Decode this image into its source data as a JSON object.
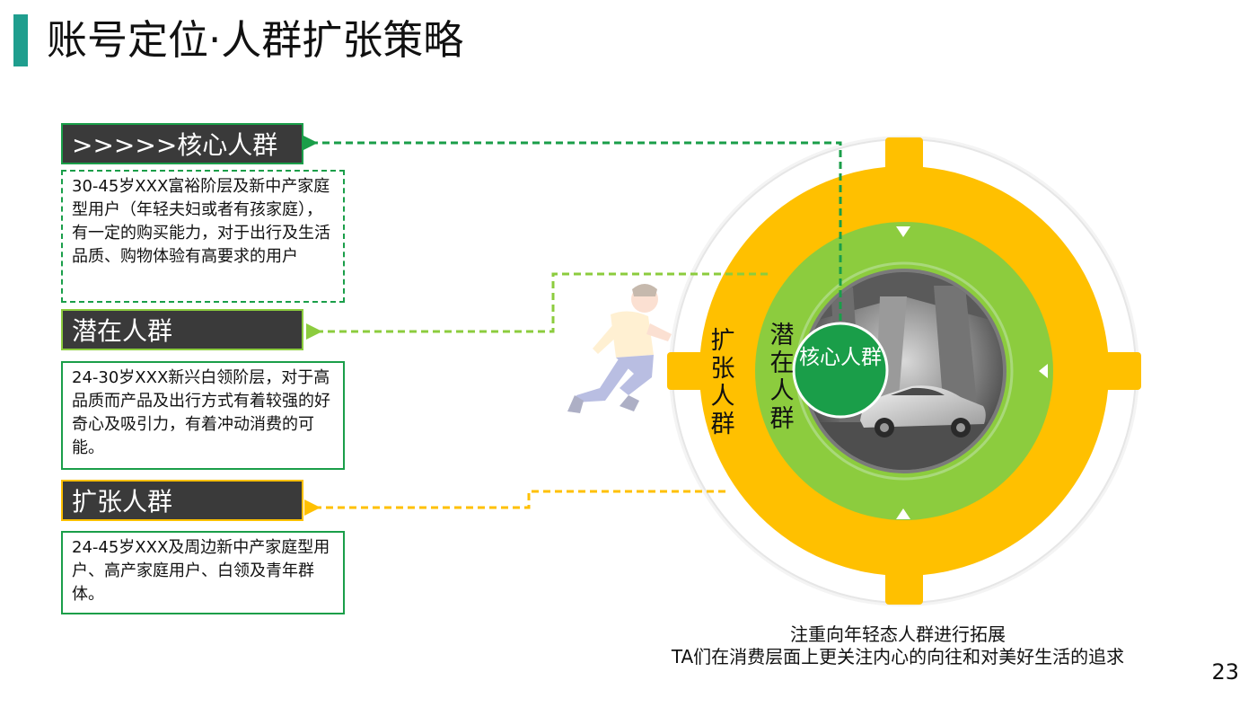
{
  "page": {
    "title": "账号定位·人群扩张策略",
    "page_number": "23"
  },
  "segments": {
    "core": {
      "header": ">>>>>核心人群",
      "description": "30-45岁XXX富裕阶层及新中产家庭型用户（年轻夫妇或者有孩家庭），有一定的购买能力，对于出行及生活品质、购物体验有高要求的用户"
    },
    "potential": {
      "header": "潜在人群",
      "description": "24-30岁XXX新兴白领阶层，对于高品质而产品及出行方式有着较强的好奇心及吸引力，有着冲动消费的可能。"
    },
    "expansion": {
      "header": "扩张人群",
      "description": "24-45岁XXX及周边新中产家庭型用户、高产家庭用户、白领及青年群体。"
    }
  },
  "diagram": {
    "outer_ring_label": "扩张人群",
    "middle_ring_label": "潜在人群",
    "center_label": "核心人群"
  },
  "caption": {
    "line1": "注重向年轻态人群进行拓展",
    "line2": "TA们在消费层面上更关注内心的向往和对美好生活的追求"
  },
  "colors": {
    "teal": "#1f9e8e",
    "core_green": "#1a9e49",
    "potential_green": "#8ccc3e",
    "expansion_yellow": "#ffc000",
    "header_dark": "#3a3a3a"
  }
}
